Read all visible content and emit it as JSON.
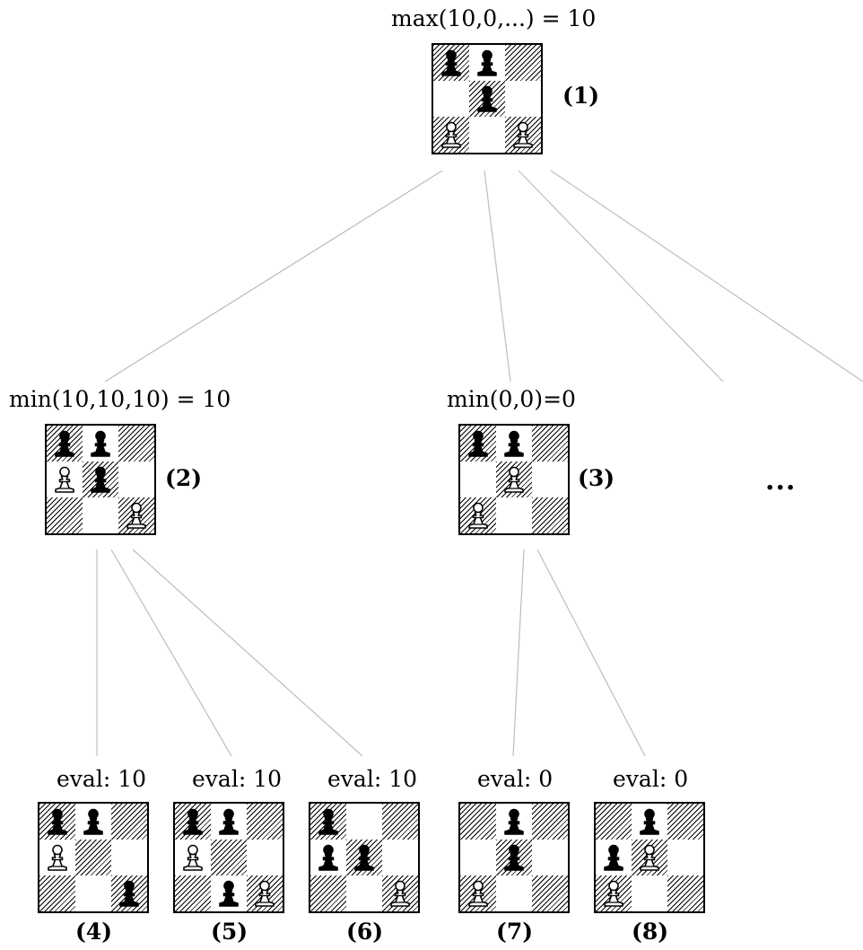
{
  "nodes": {
    "n1": {
      "label": "max(10,0,...) = 10",
      "number": "(1)",
      "board": [
        "bp",
        "bp",
        "",
        "",
        "bp",
        "",
        "wp",
        "",
        "wp"
      ]
    },
    "n2": {
      "label": "min(10,10,10) = 10",
      "number": "(2)",
      "board": [
        "bp",
        "bp",
        "",
        "wp",
        "bp",
        "",
        "",
        "",
        "wp"
      ]
    },
    "n3": {
      "label": "min(0,0)=0",
      "number": "(3)",
      "board": [
        "bp",
        "bp",
        "",
        "",
        "wp",
        "",
        "wp",
        "",
        ""
      ]
    },
    "n4": {
      "label": "eval: 10",
      "number": "(4)",
      "board": [
        "bp",
        "bp",
        "",
        "wp",
        "",
        "",
        "",
        "",
        "bp"
      ]
    },
    "n5": {
      "label": "eval: 10",
      "number": "(5)",
      "board": [
        "bp",
        "bp",
        "",
        "wp",
        "",
        "",
        "",
        "bp",
        "wp"
      ]
    },
    "n6": {
      "label": "eval: 10",
      "number": "(6)",
      "board": [
        "bp",
        "",
        "",
        "bp",
        "bp",
        "",
        "",
        "",
        "wp"
      ]
    },
    "n7": {
      "label": "eval: 0",
      "number": "(7)",
      "board": [
        "",
        "bp",
        "",
        "",
        "bp",
        "",
        "wp",
        "",
        ""
      ]
    },
    "n8": {
      "label": "eval: 0",
      "number": "(8)",
      "board": [
        "",
        "bp",
        "",
        "bp",
        "wp",
        "",
        "wp",
        "",
        ""
      ]
    }
  },
  "more": "...",
  "colors": {
    "edge": "#bdbdbd",
    "ink": "#000000",
    "light_square": "#ffffff"
  },
  "icons": {
    "bp": "black-pawn-icon",
    "wp": "white-pawn-icon"
  }
}
